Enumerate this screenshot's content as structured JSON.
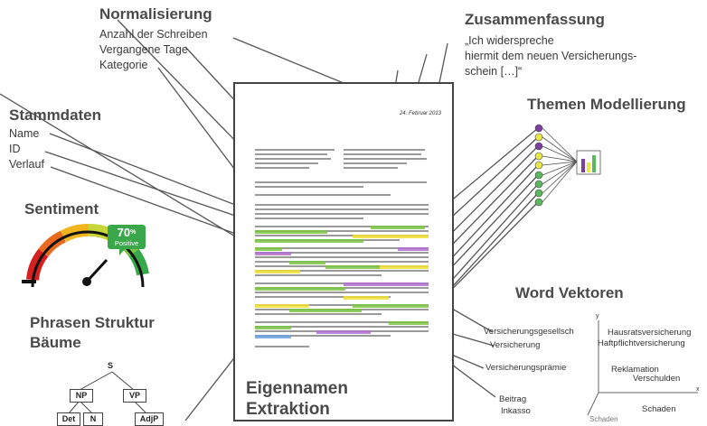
{
  "normalisierung": {
    "title": "Normalisierung",
    "items": [
      "Anzahl der Schreiben",
      "Vergangene Tage",
      "Kategorie"
    ]
  },
  "zusammenfassung": {
    "title": "Zusammenfassung",
    "quote_lines": [
      "„Ich widerspreche",
      "hiermit dem neuen Versicherungs-",
      "schein […]“"
    ]
  },
  "stammdaten": {
    "title": "Stammdaten",
    "items": [
      "Name",
      "ID",
      "Verlauf"
    ]
  },
  "themen": {
    "title": "Themen Modellierung"
  },
  "sentiment": {
    "title": "Sentiment",
    "percent": "70",
    "percent_unit": "%",
    "label": "Positive",
    "needle_fraction": 0.7
  },
  "phrasen": {
    "title_lines": [
      "Phrasen Struktur",
      "Bäume"
    ],
    "tree": {
      "root": "S",
      "np": "NP",
      "vp": "VP",
      "det": "Det",
      "n": "N",
      "adjp": "AdjP"
    }
  },
  "eigennamen": {
    "title_lines": [
      "Eigennamen",
      "Extraktion"
    ]
  },
  "word_vektoren": {
    "title": "Word Vektoren",
    "words": [
      "Hausratsversicherung",
      "Haftpflichtversicherung",
      "Reklamation",
      "Verschulden",
      "Schaden",
      "Schaden"
    ],
    "axes": [
      "y",
      "x"
    ]
  },
  "labels": {
    "versicherungsgesellsch": "Versicherungsgesellsch",
    "versicherung": "Versicherung",
    "versicherungspraemie": "Versicherungsprämie",
    "beitrag": "Beitrag",
    "inkasso": "Inkasso"
  },
  "document": {
    "date": "24. Februar 2013"
  },
  "colors": {
    "arrow": "#555555",
    "green_dot": "#5cb85c",
    "purple_dot": "#7b3fa0",
    "yellow_dot": "#e8e84a",
    "bubble": "#3aa84a"
  }
}
